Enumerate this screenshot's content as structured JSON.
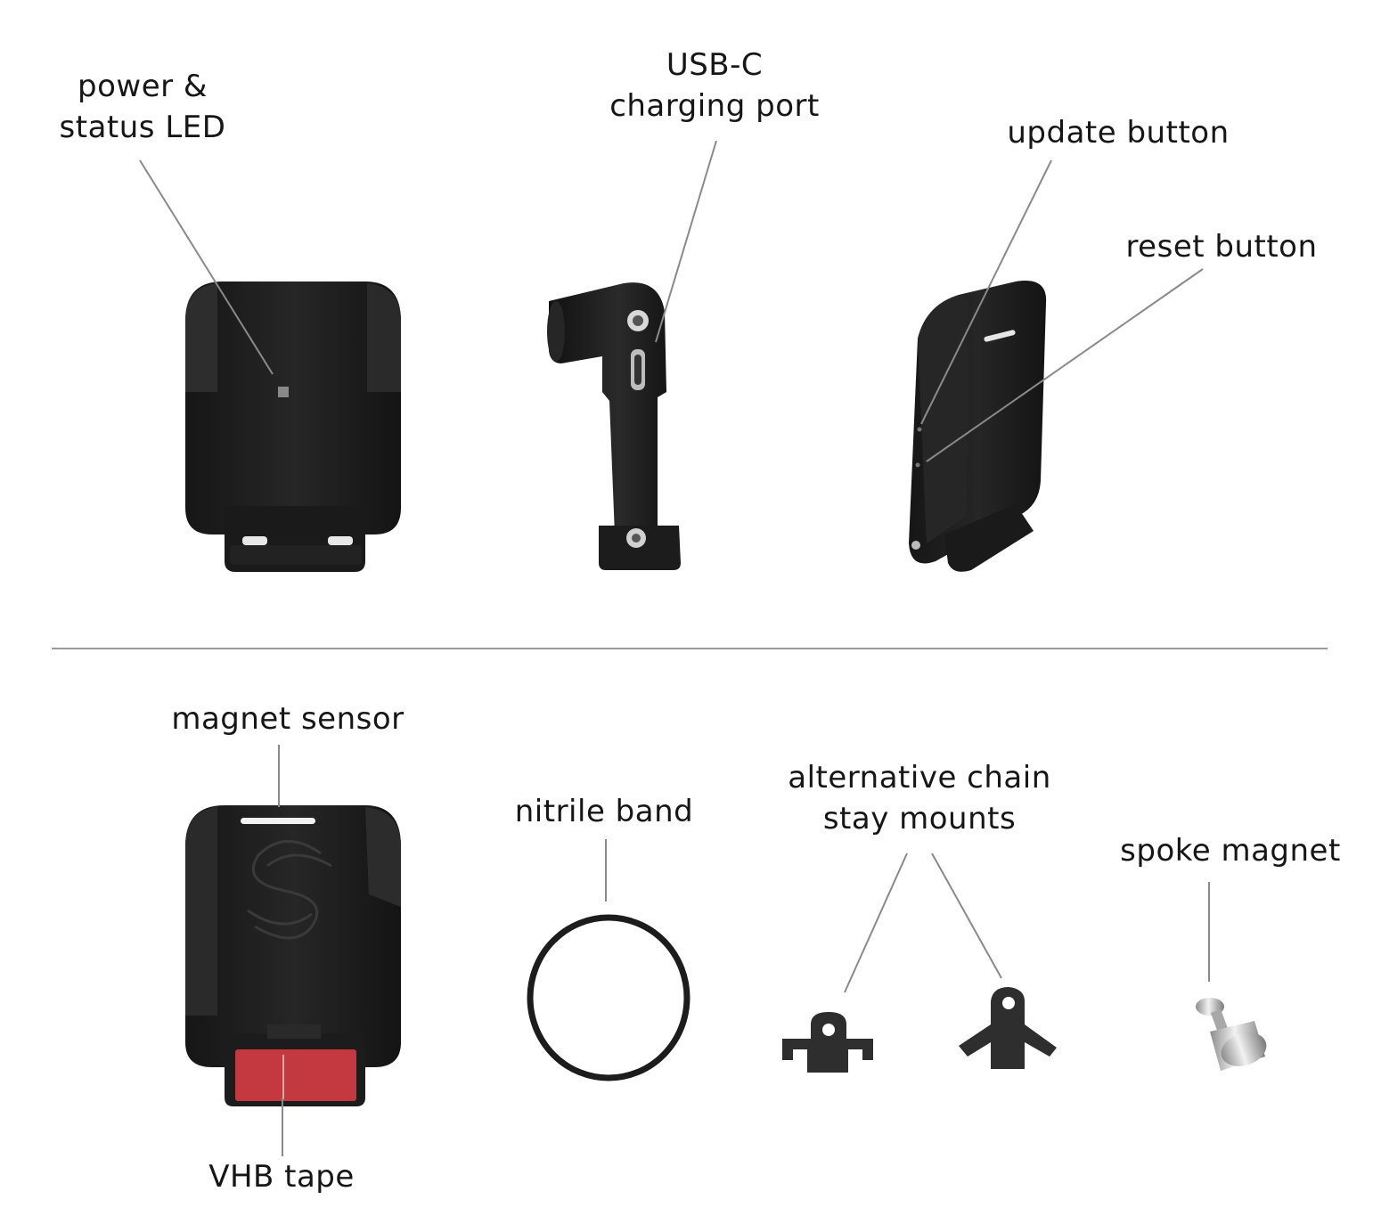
{
  "top_labels": {
    "power_led": [
      "power &",
      "status LED"
    ],
    "usbc_port": [
      "USB-C",
      "charging port"
    ],
    "update_button": "update button",
    "reset_button": "reset button"
  },
  "bottom_labels": {
    "magnet_sensor": "magnet sensor",
    "vhb_tape": "VHB tape",
    "nitrile_band": "nitrile band",
    "chain_stay_mounts": [
      "alternative chain",
      "stay mounts"
    ],
    "spoke_magnet": "spoke magnet"
  },
  "colors": {
    "device_body": "#1e1e1e",
    "device_edge": "#2b2b2b",
    "leader_line": "#8a8a8a",
    "divider": "#9a9a9a",
    "vhb_tape": "#c4393f",
    "magnet_metal": "#c9c9c9",
    "text": "#161616"
  }
}
